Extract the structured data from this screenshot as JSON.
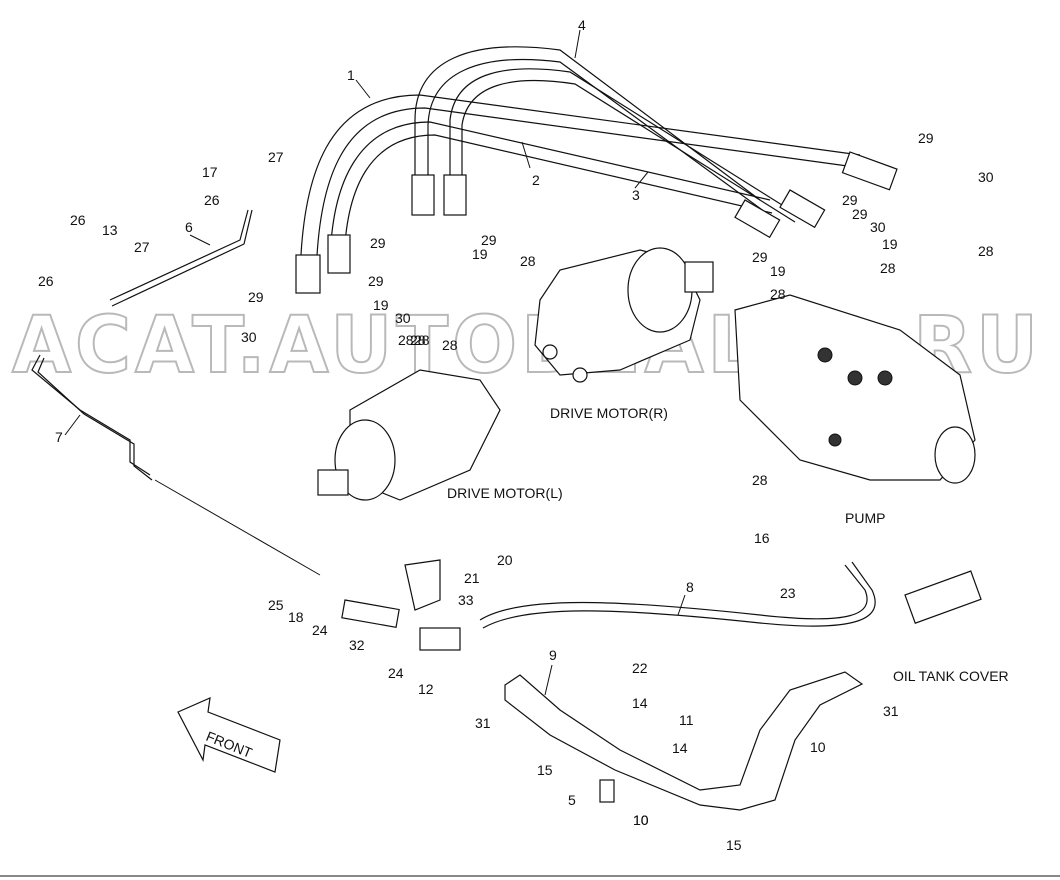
{
  "diagram": {
    "watermark": "ACAT.AUTODEALER.RU",
    "captions": {
      "drive_motor_r": "DRIVE MOTOR(R)",
      "drive_motor_l": "DRIVE MOTOR(L)",
      "pump": "PUMP",
      "oil_tank_cover": "OIL TANK COVER",
      "front": "FRONT"
    },
    "callouts": [
      "1",
      "2",
      "3",
      "4",
      "5",
      "6",
      "7",
      "8",
      "9",
      "10",
      "10",
      "10",
      "11",
      "12",
      "13",
      "14",
      "14",
      "15",
      "15",
      "16",
      "17",
      "18",
      "19",
      "19",
      "19",
      "19",
      "20",
      "21",
      "22",
      "23",
      "24",
      "24",
      "25",
      "26",
      "26",
      "26",
      "27",
      "27",
      "28",
      "28",
      "28",
      "28",
      "28",
      "28",
      "28",
      "28",
      "28",
      "29",
      "29",
      "29",
      "29",
      "29",
      "29",
      "29",
      "29",
      "30",
      "30",
      "30",
      "30",
      "31",
      "31",
      "32",
      "33"
    ]
  }
}
